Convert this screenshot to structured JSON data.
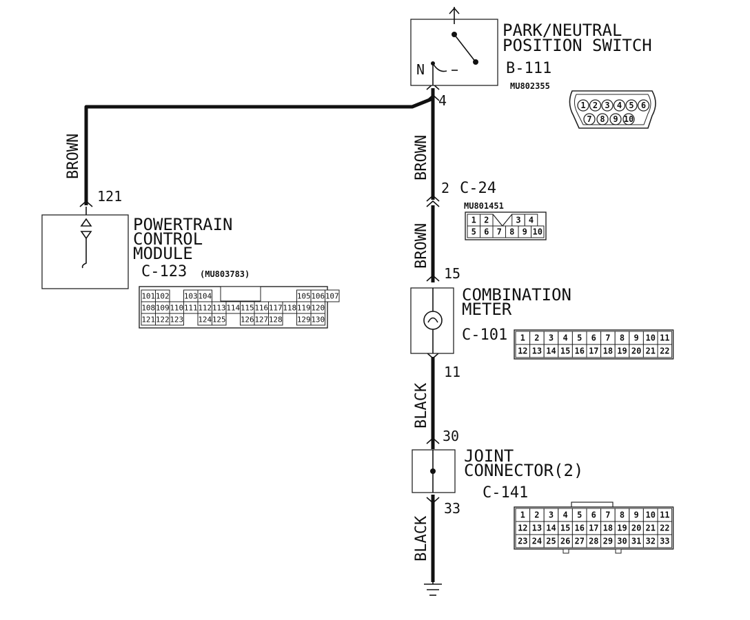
{
  "diagram": {
    "park_switch": {
      "title_line1": "PARK/NEUTRAL",
      "title_line2": "POSITION SWITCH",
      "connector": "B-111",
      "part_no": "MU802355",
      "n_label": "N",
      "pin": "4",
      "connector_pins": [
        "1",
        "2",
        "3",
        "4",
        "5",
        "6",
        "7",
        "8",
        "9",
        "10"
      ]
    },
    "pcm": {
      "title_line1": "POWERTRAIN",
      "title_line2": "CONTROL",
      "title_line3": "MODULE",
      "connector": "C-123",
      "part_no": "(MU803783)",
      "pin": "121",
      "connector_rows": [
        [
          "101",
          "102",
          "",
          "103",
          "104",
          "",
          "",
          "",
          "",
          "",
          "",
          "105",
          "106",
          "107"
        ],
        [
          "108",
          "109",
          "110",
          "111",
          "112",
          "113",
          "114",
          "115",
          "116",
          "117",
          "118",
          "119",
          "120"
        ],
        [
          "121",
          "122",
          "123",
          "",
          "124",
          "125",
          "",
          "126",
          "127",
          "128",
          "",
          "129",
          "130"
        ]
      ]
    },
    "wires": {
      "brown_left": "BROWN",
      "brown_upper": "BROWN",
      "brown_lower": "BROWN",
      "black_upper": "BLACK",
      "black_lower": "BLACK"
    },
    "c24": {
      "pin": "2",
      "connector": "C-24",
      "part_no": "MU801451",
      "row1": [
        "1",
        "2",
        "",
        "3",
        "4"
      ],
      "row2": [
        "5",
        "6",
        "7",
        "8",
        "9",
        "10"
      ]
    },
    "meter": {
      "title_line1": "COMBINATION",
      "title_line2": "METER",
      "connector": "C-101",
      "pin_in": "15",
      "pin_out": "11",
      "row1": [
        "1",
        "2",
        "3",
        "4",
        "5",
        "6",
        "7",
        "8",
        "9",
        "10",
        "11"
      ],
      "row2": [
        "12",
        "13",
        "14",
        "15",
        "16",
        "17",
        "18",
        "19",
        "20",
        "21",
        "22"
      ]
    },
    "joint": {
      "title_line1": "JOINT",
      "title_line2": "CONNECTOR(2)",
      "connector": "C-141",
      "pin_in": "30",
      "pin_out": "33",
      "row1": [
        "1",
        "2",
        "3",
        "4",
        "5",
        "6",
        "7",
        "8",
        "9",
        "10",
        "11"
      ],
      "row2": [
        "12",
        "13",
        "14",
        "15",
        "16",
        "17",
        "18",
        "19",
        "20",
        "21",
        "22"
      ],
      "row3": [
        "23",
        "24",
        "25",
        "26",
        "27",
        "28",
        "29",
        "30",
        "31",
        "32",
        "33"
      ]
    }
  }
}
